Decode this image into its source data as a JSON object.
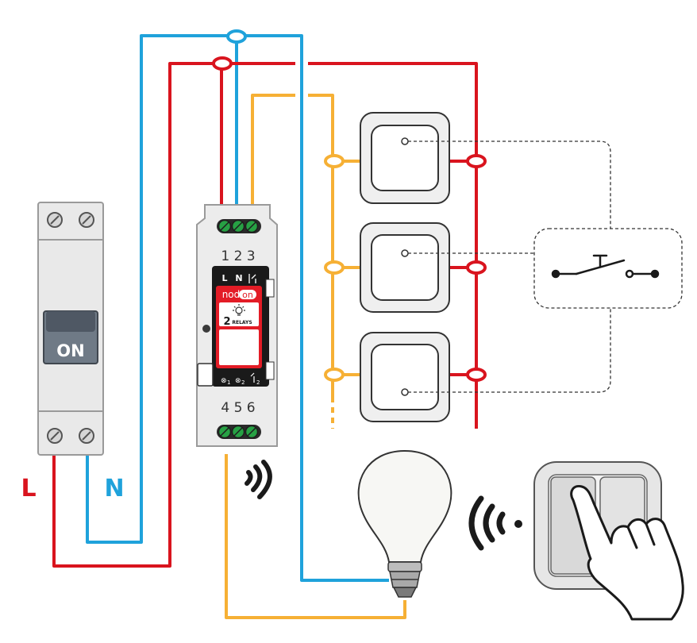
{
  "breaker": {
    "on_label": "ON"
  },
  "line_labels": {
    "live": "L",
    "neutral": "N"
  },
  "module": {
    "top_terminal_numbers": "1 2 3",
    "bottom_terminal_numbers": "4 5 6",
    "header_L": "L",
    "header_N": "N",
    "brand_prefix": "nod",
    "brand_suffix": "on",
    "relay_count": "2",
    "relay_label": "RELAYS",
    "footer_left": "1",
    "footer_mid": "2",
    "footer_right": "2"
  },
  "colors": {
    "live": "#d9141e",
    "neutral": "#1fa2db",
    "switched": "#f6b035",
    "module_red": "#e31c26",
    "module_black": "#1a1a1a",
    "breaker_gray": "#e9e9e9",
    "switch_face": "#efefef"
  },
  "icons": [
    "wireless-signal-icon",
    "light-bulb-icon",
    "hand-pointing-icon",
    "push-button-symbol-icon"
  ]
}
